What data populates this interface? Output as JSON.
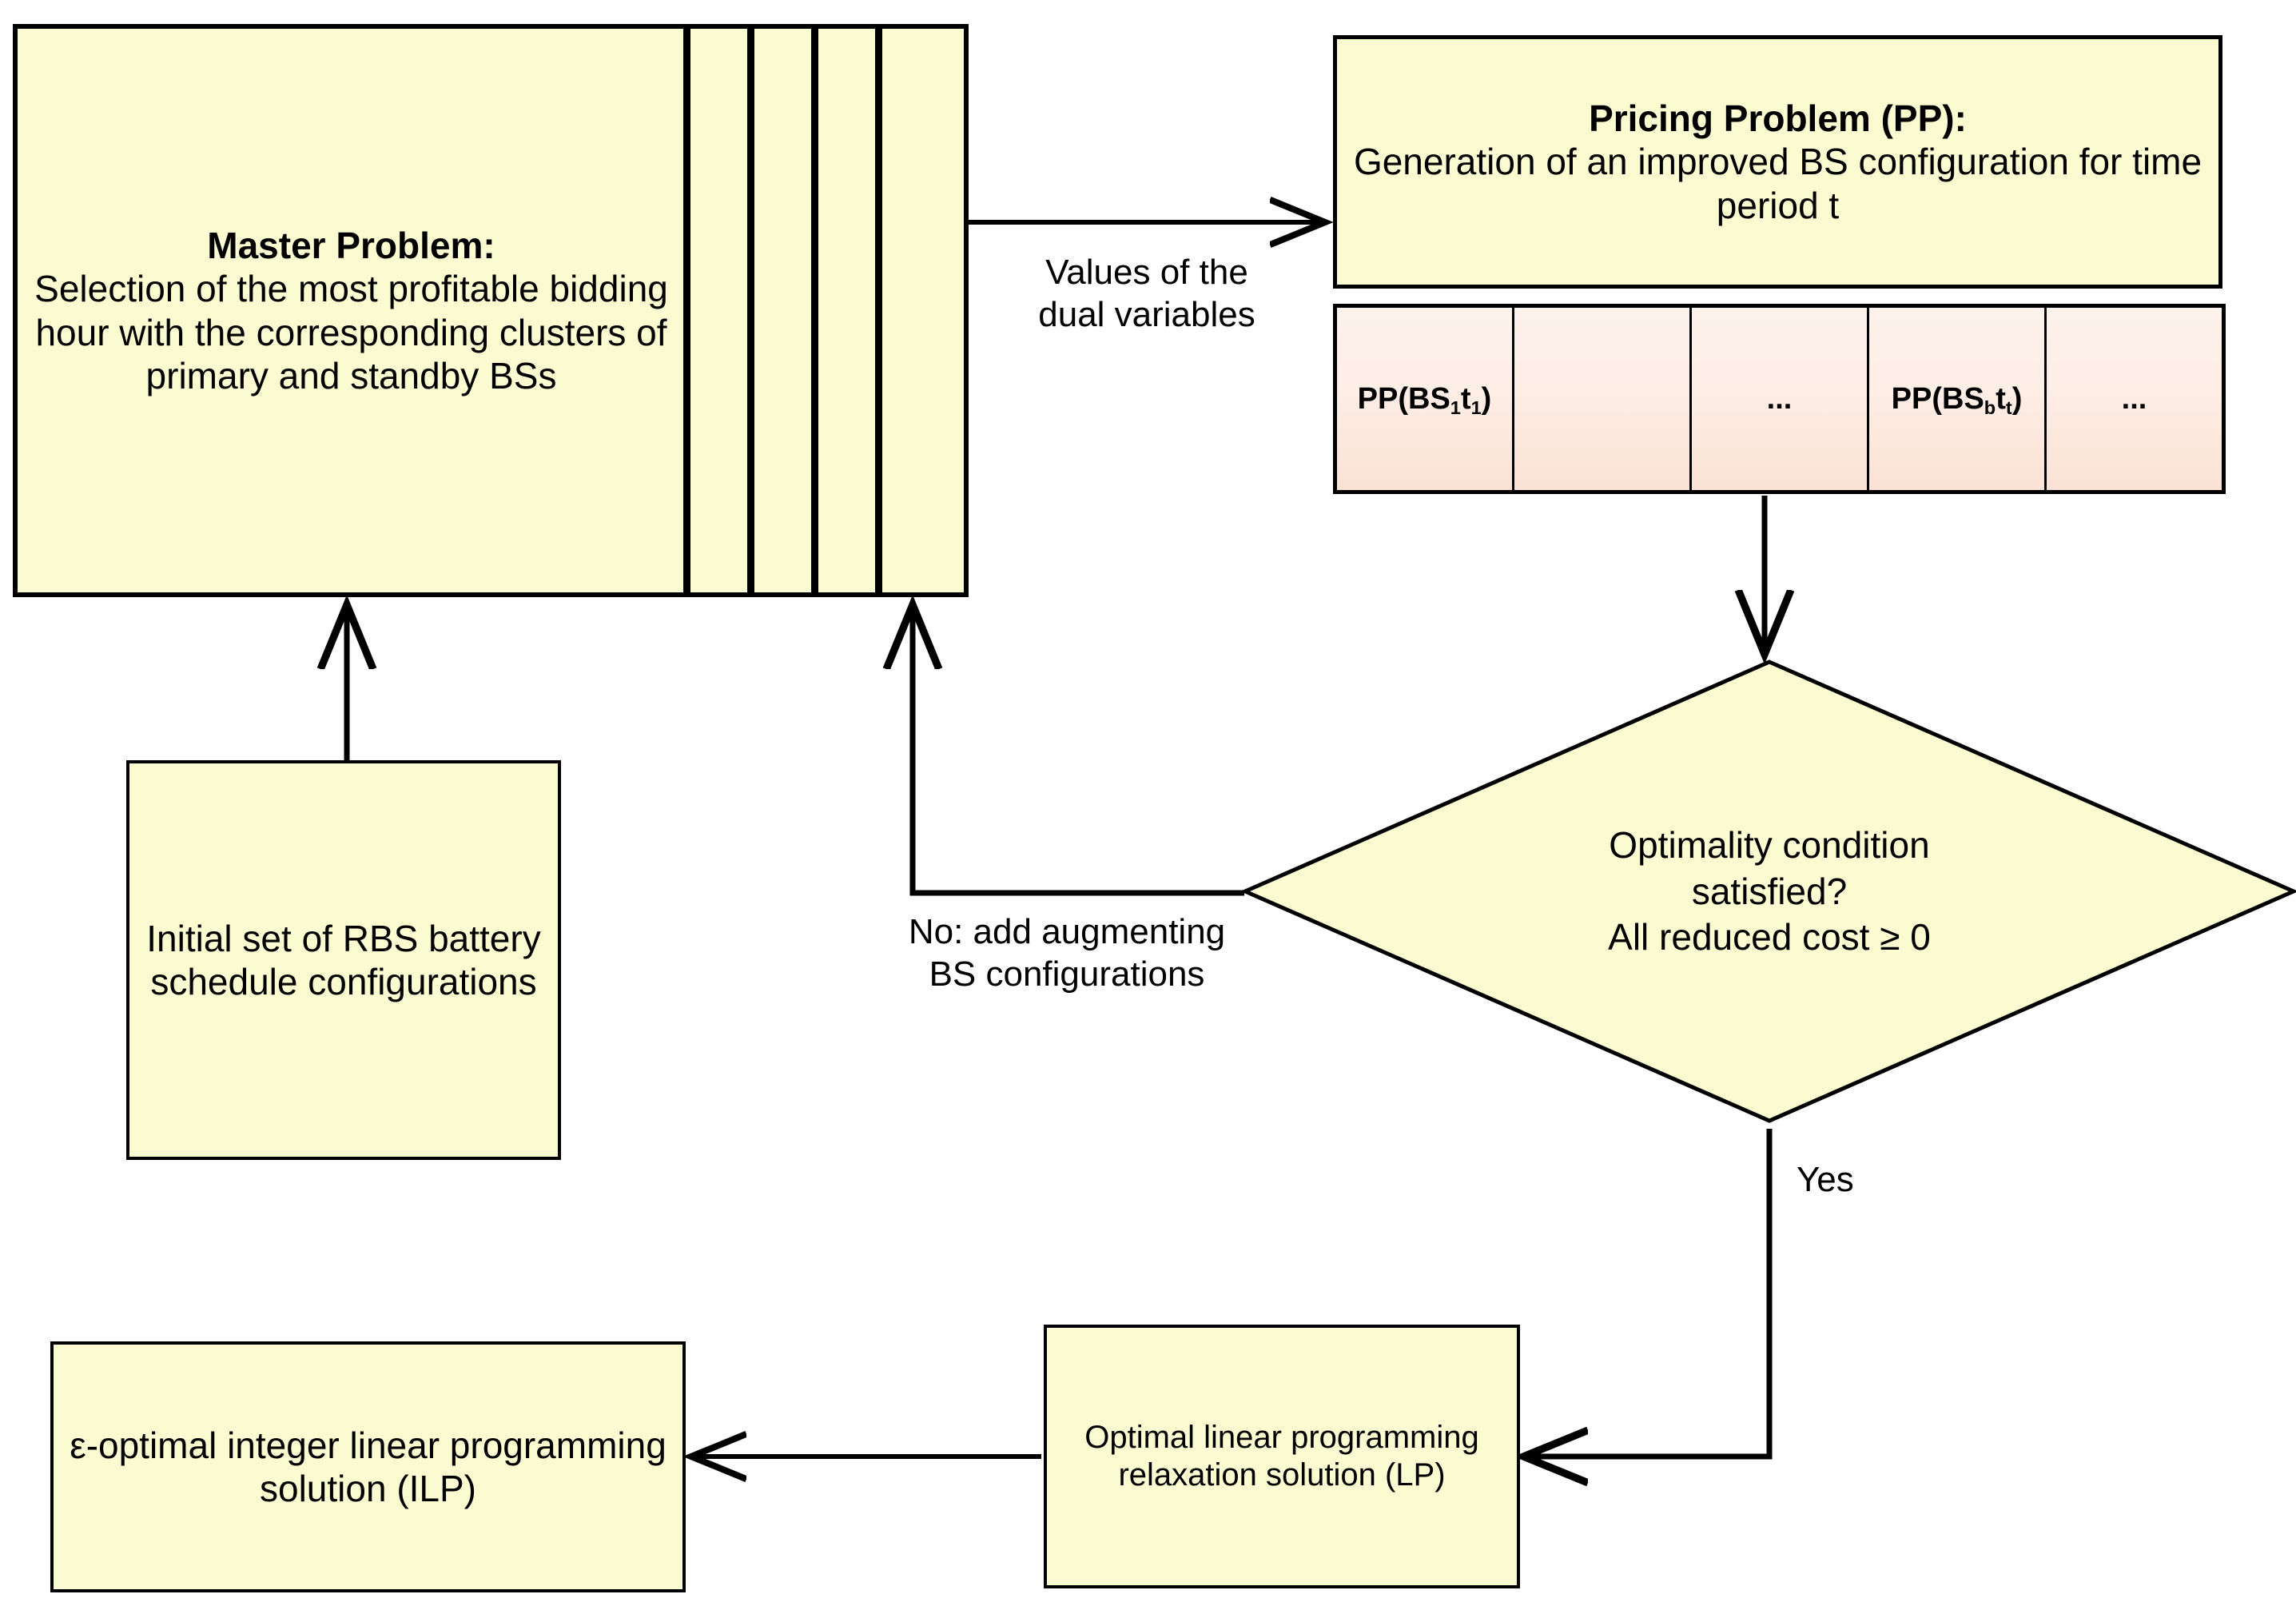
{
  "diagram": {
    "title": "Column generation solution scheme flowchart",
    "colors": {
      "node_fill": "#fbfbd2",
      "subproblem_fill_top": "#fdf2ec",
      "subproblem_fill_bottom": "#fae2d4",
      "stroke": "#000000",
      "background": "#ffffff"
    }
  },
  "master_problem": {
    "title": "Master Problem:",
    "body": "Selection of the most profitable bidding hour with the corresponding clusters of primary and standby BSs",
    "column_count": 5
  },
  "pricing_problem": {
    "title": "Pricing Problem (PP):",
    "body": "Generation of an improved BS configuration for time period t",
    "subproblems": [
      {
        "prefix": "PP(BS",
        "sub1": "1",
        "mid": "t",
        "sub2": "1",
        "suffix": ")",
        "plain": "PP(BS1t1)"
      },
      {
        "plain": ""
      },
      {
        "plain": "..."
      },
      {
        "prefix": "PP(BS",
        "sub1": "b",
        "mid": "t",
        "sub2": "t",
        "suffix": ")",
        "plain": "PP(BSbtt)"
      },
      {
        "plain": "..."
      }
    ]
  },
  "decision": {
    "line1": "Optimality condition",
    "line2": "satisfied?",
    "line3": "All reduced cost ≥ 0"
  },
  "initial_set": {
    "text": "Initial set of RBS battery schedule configurations"
  },
  "lp_solution": {
    "text": "Optimal linear programming relaxation solution (LP)"
  },
  "ilp_solution": {
    "text": "ε-optimal integer linear programming solution (ILP)"
  },
  "edge_labels": {
    "dual_variables": "Values of the\ndual variables",
    "no_augmenting": "No: add augmenting\nBS configurations",
    "yes": "Yes"
  }
}
